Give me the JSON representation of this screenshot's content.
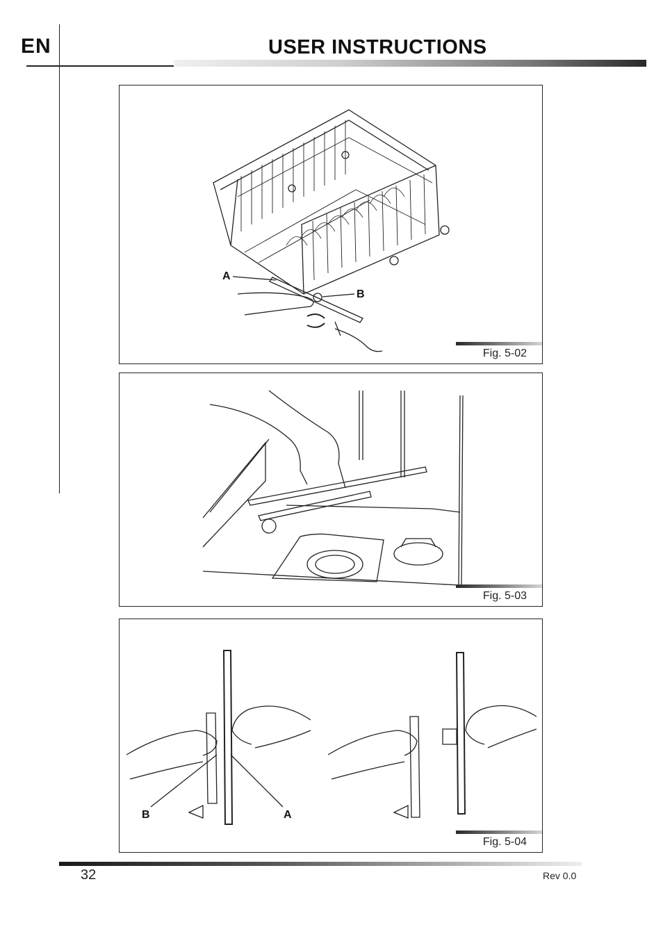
{
  "header": {
    "language": "EN",
    "title": "USER INSTRUCTIONS"
  },
  "figures": [
    {
      "caption": "Fig. 5-02",
      "label_a": "A",
      "label_b": "B"
    },
    {
      "caption": "Fig. 5-03"
    },
    {
      "caption": "Fig. 5-04",
      "label_a": "A",
      "label_b": "B"
    }
  ],
  "footer": {
    "page_number": "32",
    "revision": "Rev 0.0"
  }
}
